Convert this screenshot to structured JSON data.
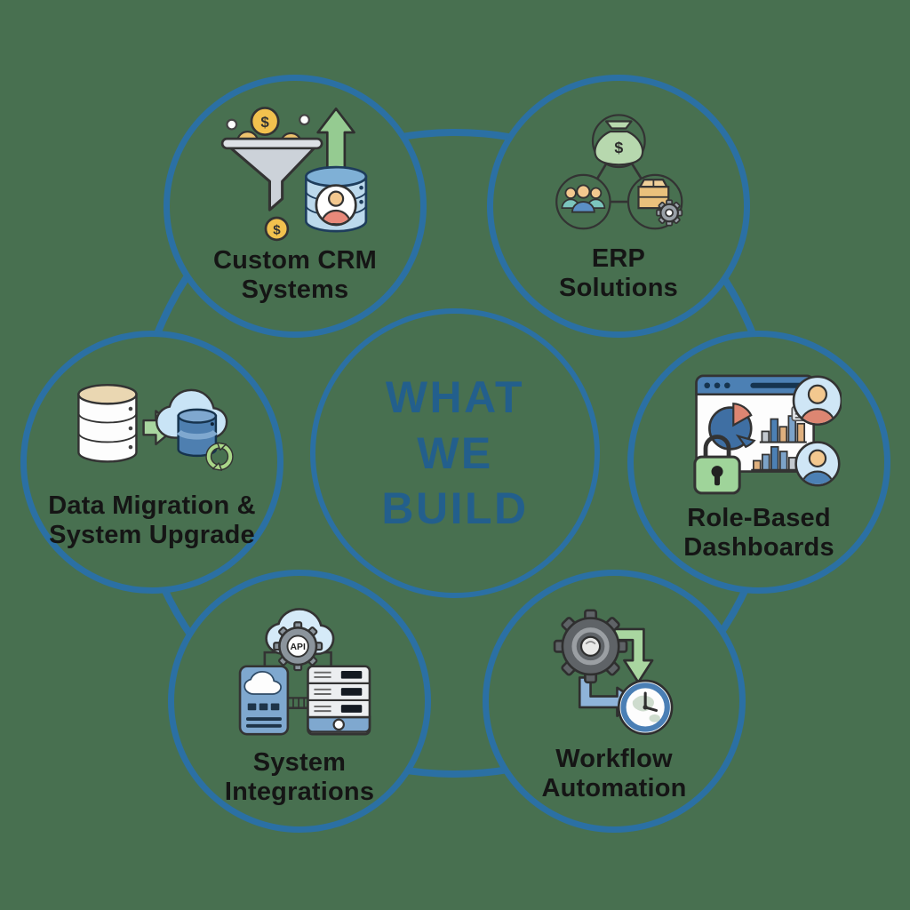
{
  "title": "What We Build",
  "colors": {
    "background": "#487050",
    "ring": "#2b70a4",
    "circle_border": "#2b70a4",
    "center_text": "#235F8C",
    "label_text": "#151515",
    "accent_green": "#a9d6a0",
    "accent_blue": "#4c80b4",
    "accent_salmon": "#dd8672",
    "accent_gold": "#f2c14e"
  },
  "center": {
    "label": "WHAT\nWE\nBUILD"
  },
  "nodes": [
    {
      "id": "custom-crm-systems",
      "label": "Custom CRM\nSystems",
      "icon": "sales-funnel-crm-database-icon"
    },
    {
      "id": "erp-solutions",
      "label": "ERP\nSolutions",
      "icon": "money-people-package-modules-icon"
    },
    {
      "id": "data-migration-upgrade",
      "label": "Data Migration &\nSystem Upgrade",
      "icon": "database-to-cloud-migration-icon"
    },
    {
      "id": "role-based-dashboards",
      "label": "Role-Based\nDashboards",
      "icon": "dashboard-lock-users-icon"
    },
    {
      "id": "system-integrations",
      "label": "System\nIntegrations",
      "icon": "api-cloud-device-server-icon"
    },
    {
      "id": "workflow-automation",
      "label": "Workflow\nAutomation",
      "icon": "gear-arrows-clock-icon"
    }
  ],
  "icon_texts": {
    "api": "API",
    "dollar": "$"
  }
}
